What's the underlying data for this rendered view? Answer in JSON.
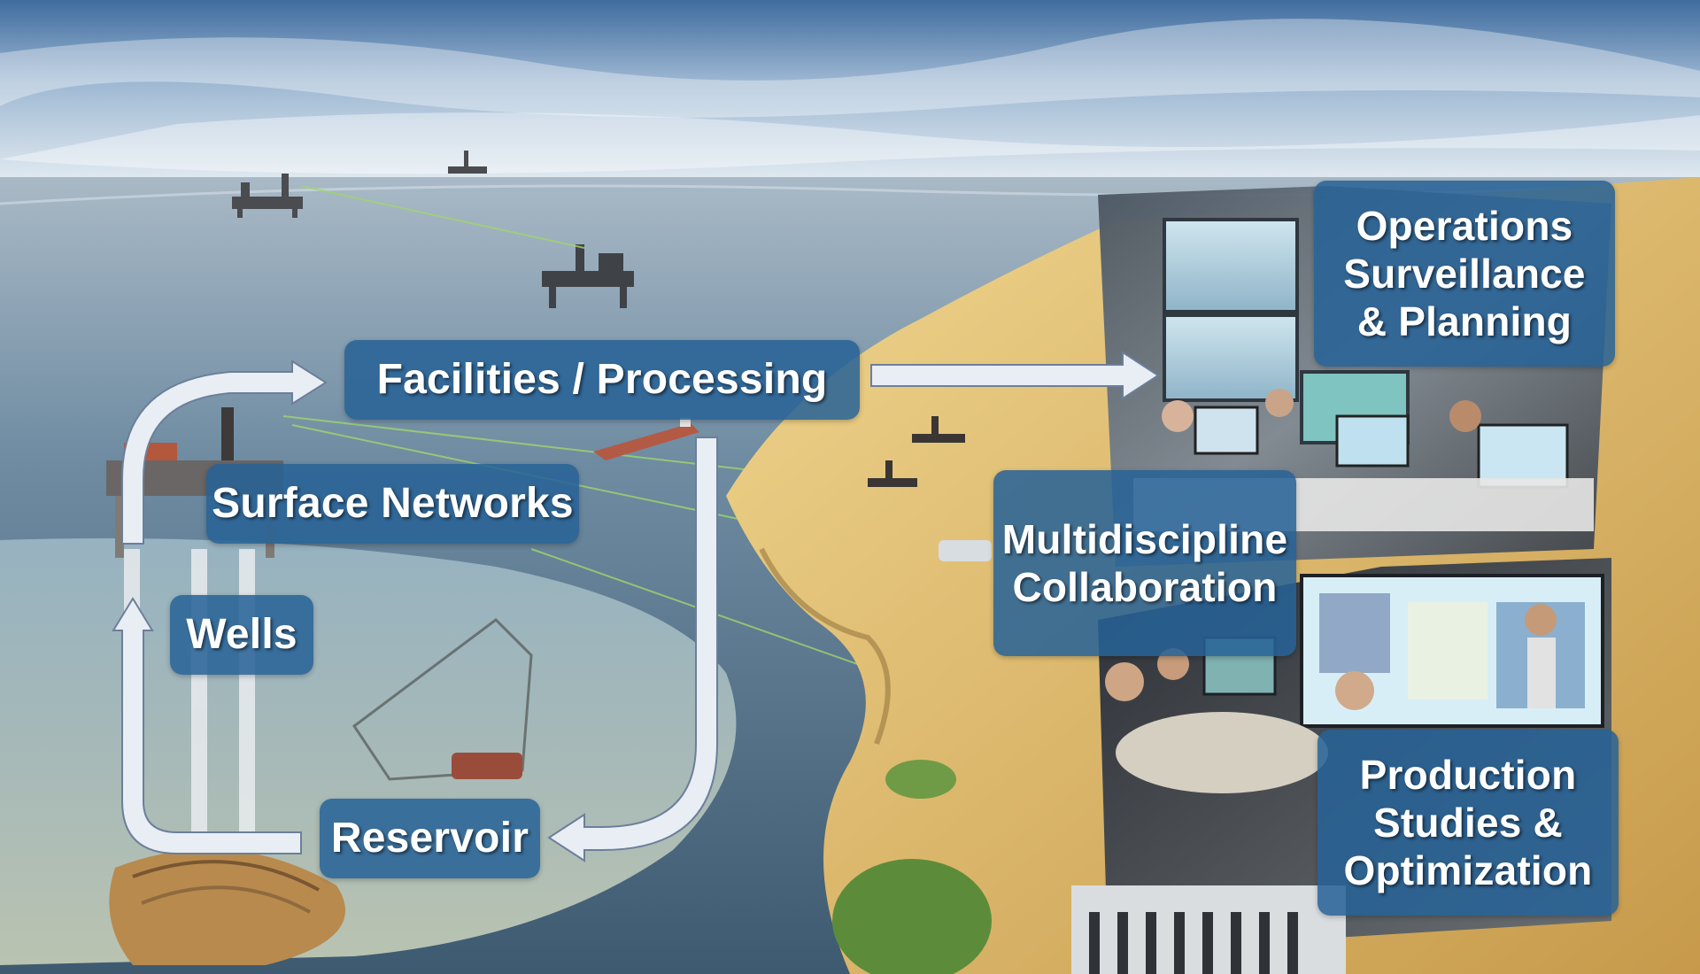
{
  "labels": {
    "facilities": "Facilities / Processing",
    "surface_networks": "Surface Networks",
    "wells": "Wells",
    "reservoir": "Reservoir",
    "operations": [
      "Operations",
      "Surveillance",
      "& Planning"
    ],
    "multidiscipline": [
      "Multidiscipline",
      "Collaboration"
    ],
    "production": [
      "Production",
      "Studies &",
      "Optimization"
    ]
  },
  "colors": {
    "label_box": "#2b6598",
    "label_text": "#ffffff",
    "arrow": "#e9eef5",
    "arrow_outline": "#6c7f9a",
    "sky_top": "#4a73a4",
    "sea": "#5d7a92",
    "land": "#d9b567",
    "green_link": "#9bd46a"
  },
  "icons": {
    "offshore_platform": "oil-platform-icon",
    "pumpjack": "pumpjack-icon",
    "tanker": "tanker-ship-icon",
    "control_room": "control-room-photo",
    "meeting_room": "meeting-room-photo"
  }
}
